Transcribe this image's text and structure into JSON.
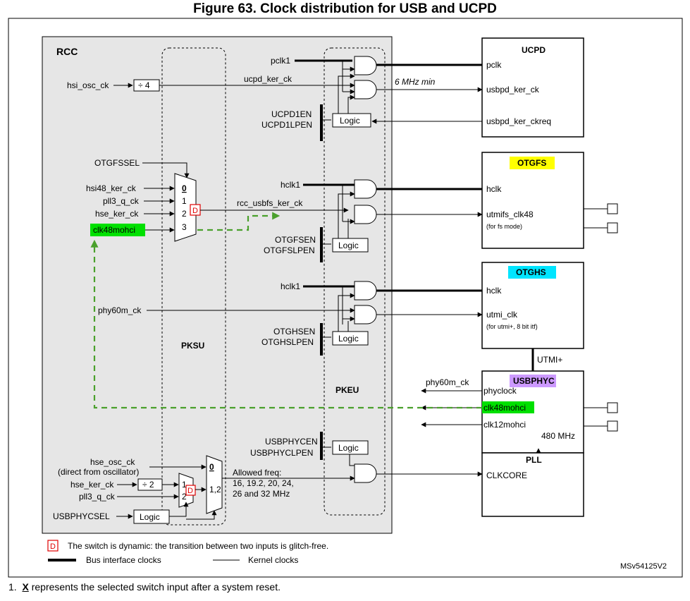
{
  "figure_title": "Figure 63. Clock distribution for USB and UCPD",
  "figure_id": "MSv54125V2",
  "footnote": {
    "number": "1.",
    "symbol": "X",
    "text": "represents the selected switch input after a system reset."
  },
  "legend": {
    "dynamic_mark": "D",
    "dynamic_text": "The switch is dynamic: the transition between two inputs is glitch-free.",
    "bus_clocks": "Bus interface clocks",
    "kernel_clocks": "Kernel clocks"
  },
  "colors": {
    "highlight_green": "#00e000",
    "otgfs_badge": "#ffff00",
    "otghs_badge": "#00e5ff",
    "usbphyc_badge": "#cc99ff",
    "dashed_arrow": "#4aa02c",
    "dynamic_red": "#e00000"
  },
  "rcc": {
    "label": "RCC",
    "pksu": "PKSU",
    "pkeu": "PKEU"
  },
  "signals": {
    "pclk1": "pclk1",
    "hsi_osc_ck": "hsi_osc_ck",
    "div4": "÷ 4",
    "ucpd_ker_ck": "ucpd_ker_ck",
    "ucpd_en": "UCPD1EN",
    "ucpd_lpen": "UCPD1LPEN",
    "logic": "Logic",
    "otgfssel": "OTGFSSEL",
    "mux_inputs": [
      "hsi48_ker_ck",
      "pll3_q_ck",
      "hse_ker_ck",
      "clk48mohci"
    ],
    "mux_numbers": [
      "0",
      "1",
      "2",
      "3"
    ],
    "hclk1_fs": "hclk1",
    "rcc_usbfs_ker_ck": "rcc_usbfs_ker_ck",
    "otgfs_en": "OTGFSEN",
    "otgfs_lpen": "OTGFSLPEN",
    "hclk1_hs": "hclk1",
    "phy60m_ck": "phy60m_ck",
    "otghs_en": "OTGHSEN",
    "otghs_lpen": "OTGHSLPEN",
    "usbphyc_en": "USBPHYCEN",
    "usbphyc_lpen": "USBPHYCLPEN",
    "hse_osc_ck": "hse_osc_ck",
    "hse_osc_ck_note": "(direct from oscillator)",
    "hse_ker_ck": "hse_ker_ck",
    "div2": "÷ 2",
    "pll3_q_ck": "pll3_q_ck",
    "usbphycsel": "USBPHYCSEL",
    "small_mux_numbers": [
      "1",
      "2"
    ],
    "big_mux_numbers": [
      "0",
      "1,2"
    ],
    "allowed_freq": [
      "Allowed freq:",
      "16, 19.2, 20, 24,",
      "26 and 32 MHz"
    ]
  },
  "ucpd": {
    "title": "UCPD",
    "pclk": "pclk",
    "min": "6  MHz min",
    "ker": "usbpd_ker_ck",
    "req": "usbpd_ker_ckreq"
  },
  "otgfs": {
    "title": "OTGFS",
    "hclk": "hclk",
    "clk48": "utmifs_clk48",
    "note": "(for fs mode)"
  },
  "otghs": {
    "title": "OTGHS",
    "hclk": "hclk",
    "utmi": "utmi_clk",
    "note": "(for utmi+, 8 bit itf)",
    "link": "UTMI+"
  },
  "usbphyc": {
    "title": "USBPHYC",
    "phy60m_ck": "phy60m_ck",
    "phyclock": "phyclock",
    "clk48": "clk48mohci",
    "clk12": "clk12mohci",
    "freq": "480 MHz",
    "pll": "PLL",
    "clkcore": "CLKCORE"
  }
}
